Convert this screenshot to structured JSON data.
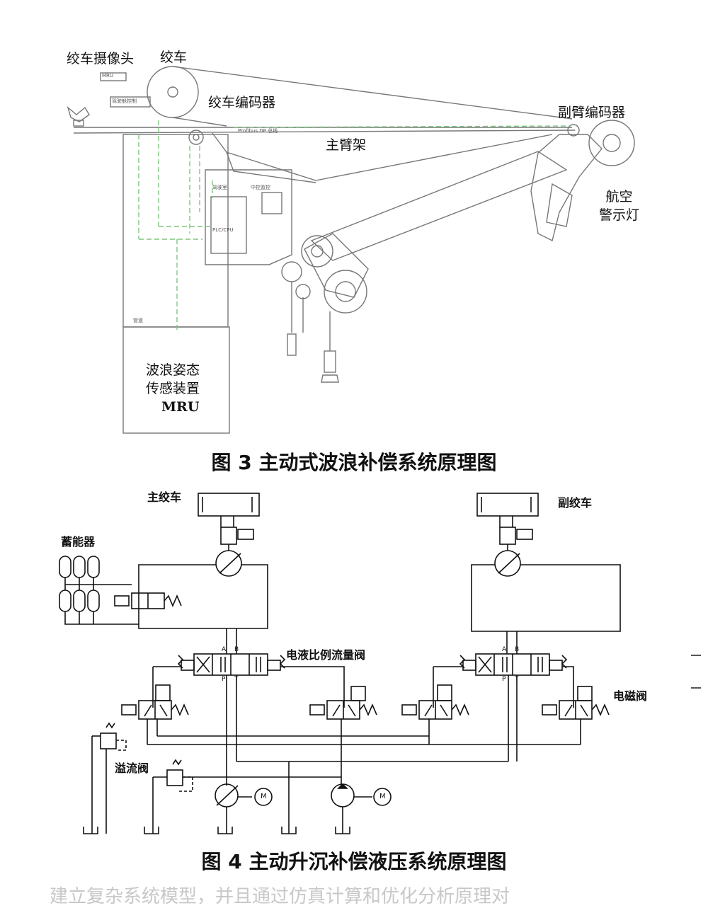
{
  "fig3": {
    "labels": {
      "winch_camera": "绞车摄像头",
      "winch": "绞车",
      "winch_encoder": "绞车编码器",
      "aux_arm_encoder": "副臂编码器",
      "main_arm_frame": "主臂架",
      "aviation_light": "航空\n警示灯",
      "mru_line1": "波浪姿态",
      "mru_line2": "传感装置",
      "mru_line3": "MRU"
    },
    "caption": "图 3  主动式波浪补偿系统原理图"
  },
  "fig4": {
    "labels": {
      "main_winch": "主绞车",
      "aux_winch": "副绞车",
      "accumulator": "蓄能器",
      "proportional_valve": "电液比例流量阀",
      "solenoid_valve": "电磁阀",
      "relief_valve": "溢流阀",
      "motor": "M",
      "port_a": "A",
      "port_b": "B",
      "port_p": "P",
      "port_t": "T"
    },
    "caption": "图 4  主动升沉补偿液压系统原理图"
  },
  "footer_text": "建立复杂系统模型，并且通过仿真计算和优化分析原理对"
}
